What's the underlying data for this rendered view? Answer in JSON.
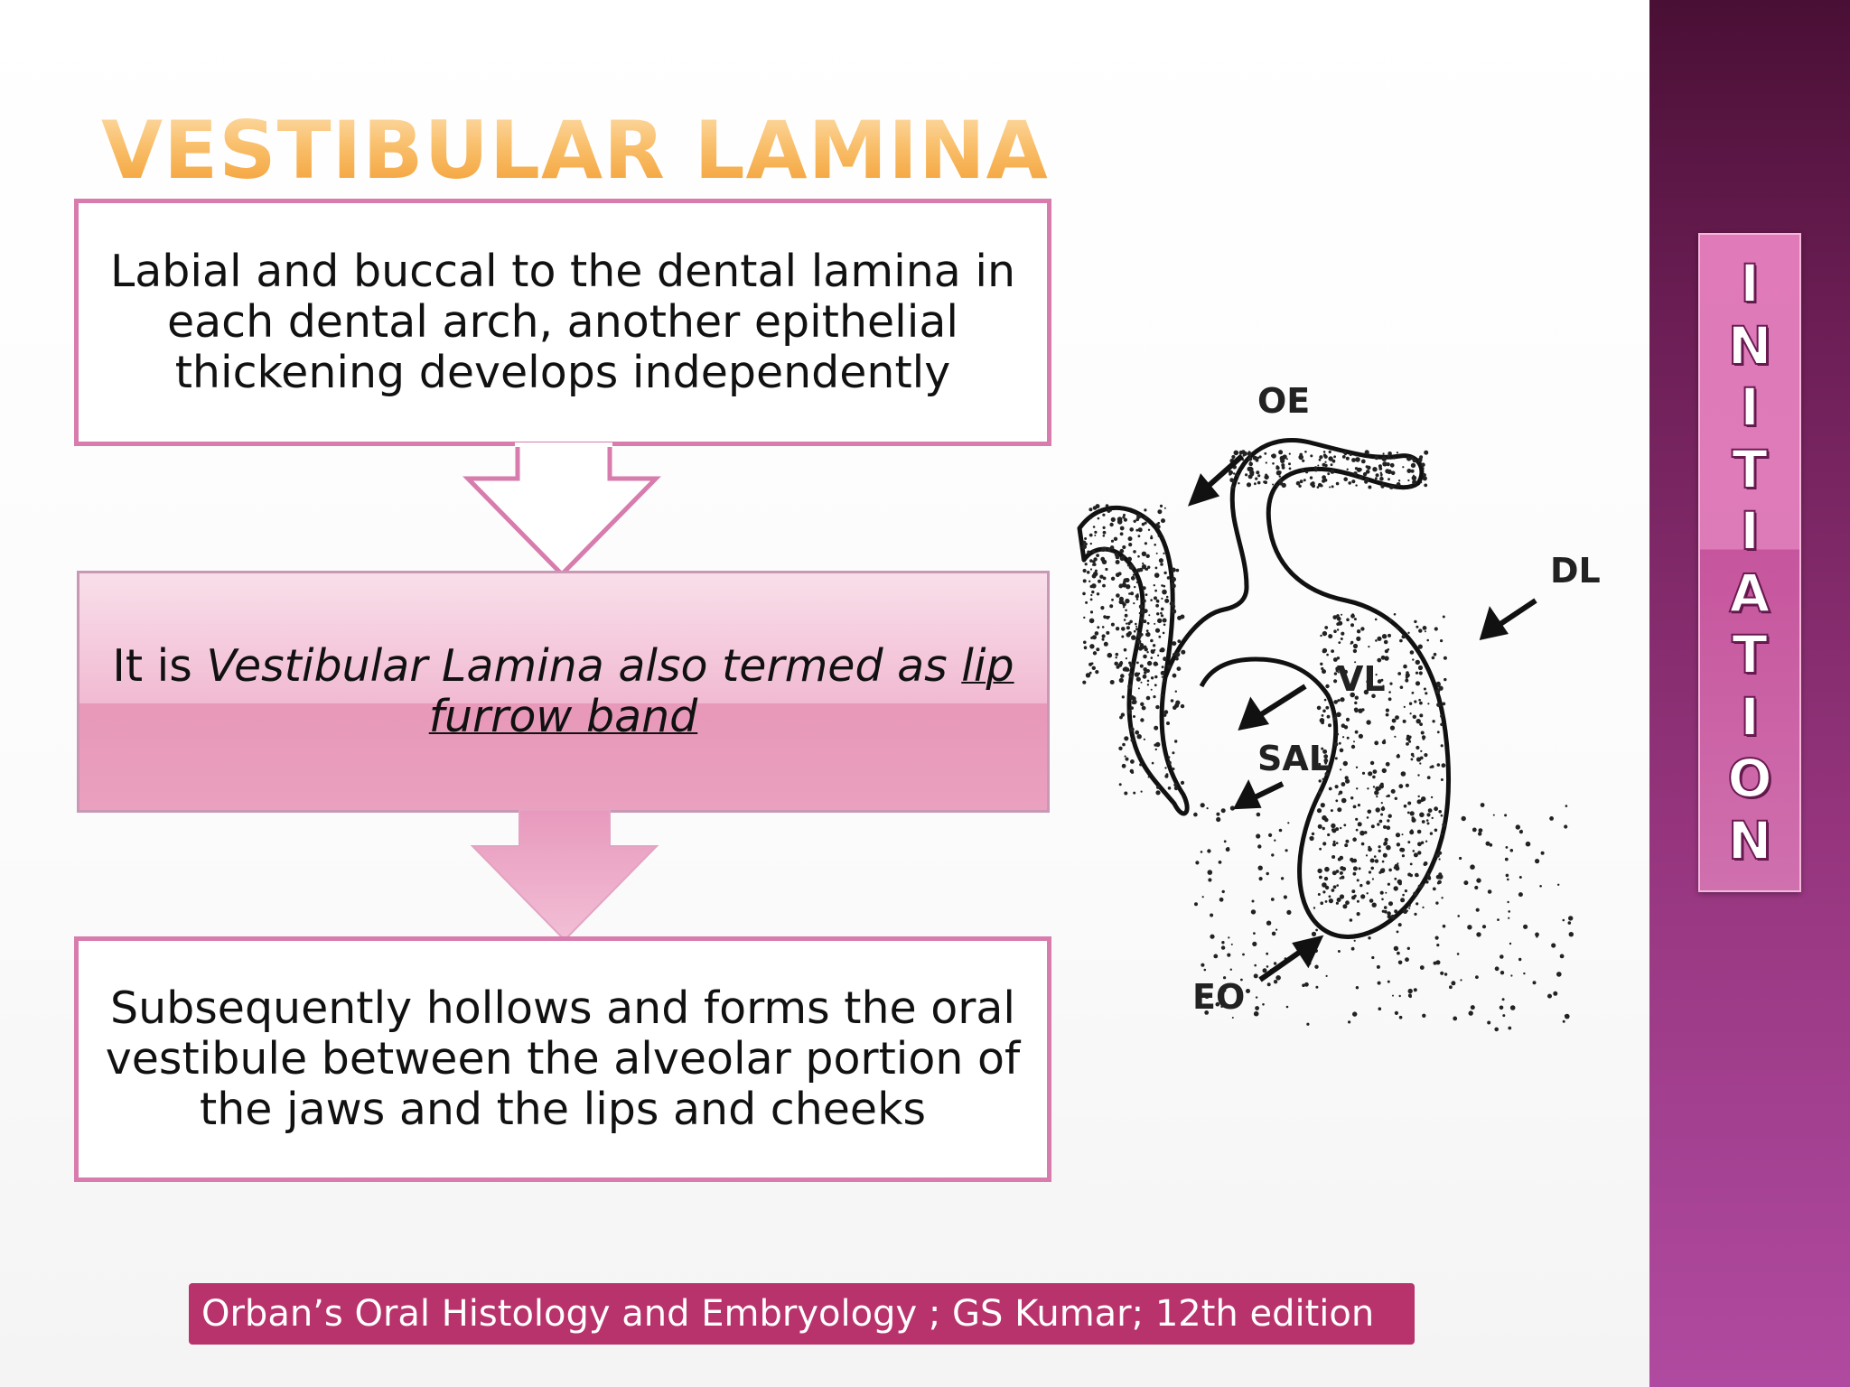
{
  "slide": {
    "title": "VESTIBULAR LAMINA",
    "side_tab_letters": [
      "I",
      "N",
      "I",
      "T",
      "I",
      "A",
      "T",
      "I",
      "O",
      "N"
    ]
  },
  "flow": {
    "box1_text": "Labial and buccal to the dental lamina in each dental arch, another epithelial thickening develops independently",
    "box2_prefix": "It is ",
    "box2_italic": "Vestibular Lamina also termed as ",
    "box2_underlined": "lip furrow band",
    "box3_text": "Subsequently hollows and forms the oral vestibule between the alveolar portion of the jaws and the lips and cheeks"
  },
  "figure": {
    "labels": {
      "oe": "OE",
      "dl": "DL",
      "vl": "VL",
      "sal": "SAL",
      "eo": "EO"
    }
  },
  "citation": "Orban’s Oral Histology and Embryology ; GS Kumar; 12th edition"
}
